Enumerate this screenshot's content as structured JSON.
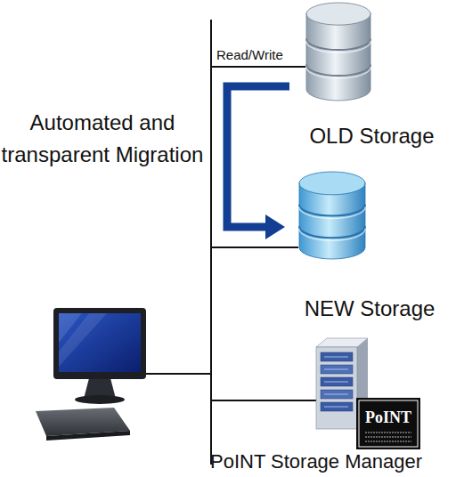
{
  "diagram": {
    "nodes": [
      {
        "text": [
          "OLD Storage"
        ]
      },
      {
        "text": [
          "NEW Storage"
        ]
      },
      {
        "text": [
          "PoINT Storage Manager"
        ]
      }
    ],
    "edges": [
      {
        "from": 0,
        "to": 1,
        "arrow": "to"
      }
    ],
    "labels": [
      "Automated and transparent Migration",
      "Read/Write",
      "PoINT"
    ]
  }
}
